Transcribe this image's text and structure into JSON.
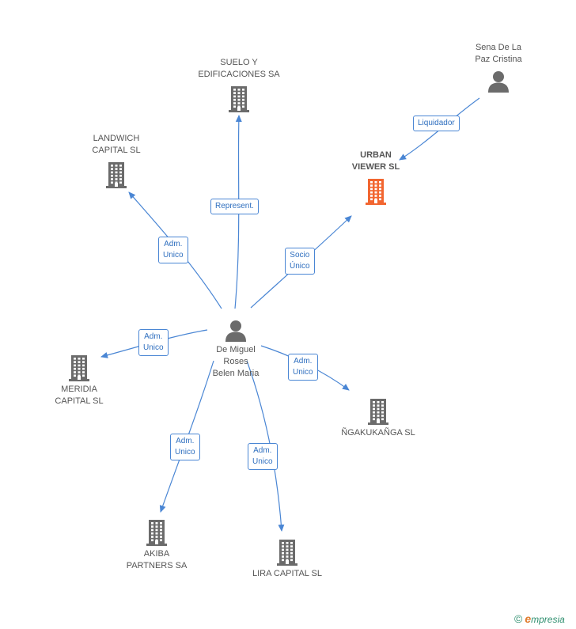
{
  "nodes": [
    {
      "id": "center",
      "type": "person",
      "lines": [
        "De Miguel",
        "Roses",
        "Belen Maria"
      ],
      "color": "#6b6b6b"
    },
    {
      "id": "suelo",
      "type": "company",
      "lines": [
        "SUELO Y",
        "EDIFICACIONES SA"
      ],
      "color": "#6b6b6b"
    },
    {
      "id": "landwich",
      "type": "company",
      "lines": [
        "LANDWICH",
        "CAPITAL  SL"
      ],
      "color": "#6b6b6b"
    },
    {
      "id": "urban",
      "type": "company",
      "lines": [
        "URBAN",
        "VIEWER SL"
      ],
      "color": "#f26630",
      "highlight": true
    },
    {
      "id": "sena",
      "type": "person",
      "lines": [
        "Sena De La",
        "Paz Cristina"
      ],
      "color": "#6b6b6b"
    },
    {
      "id": "meridia",
      "type": "company",
      "lines": [
        "MERIDIA",
        "CAPITAL SL"
      ],
      "color": "#6b6b6b"
    },
    {
      "id": "ngaku",
      "type": "company",
      "lines": [
        "ÑGAKUKAÑGA SL"
      ],
      "color": "#6b6b6b"
    },
    {
      "id": "akiba",
      "type": "company",
      "lines": [
        "AKIBA",
        "PARTNERS SA"
      ],
      "color": "#6b6b6b"
    },
    {
      "id": "lira",
      "type": "company",
      "lines": [
        "LIRA CAPITAL SL"
      ],
      "color": "#6b6b6b"
    }
  ],
  "edges": [
    {
      "id": "e-suelo",
      "label": [
        "Represent."
      ]
    },
    {
      "id": "e-landwich",
      "label": [
        "Adm.",
        "Unico"
      ]
    },
    {
      "id": "e-urban",
      "label": [
        "Socio",
        "Único"
      ]
    },
    {
      "id": "e-sena",
      "label": [
        "Liquidador"
      ]
    },
    {
      "id": "e-meridia",
      "label": [
        "Adm.",
        "Unico"
      ]
    },
    {
      "id": "e-ngaku",
      "label": [
        "Adm.",
        "Unico"
      ]
    },
    {
      "id": "e-akiba",
      "label": [
        "Adm.",
        "Unico"
      ]
    },
    {
      "id": "e-lira",
      "label": [
        "Adm.",
        "Unico"
      ]
    }
  ],
  "colors": {
    "edge": "#4a86d4",
    "icon_default": "#6b6b6b",
    "icon_highlight": "#f26630"
  },
  "brand": {
    "copyright_symbol": "©",
    "name_initial": "e",
    "name_rest": "mpresia"
  }
}
